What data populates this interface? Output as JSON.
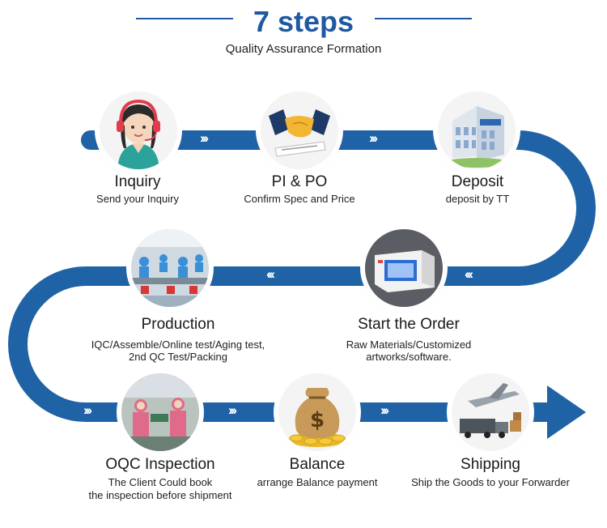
{
  "header": {
    "title": "7 steps",
    "subtitle": "Quality Assurance Formation"
  },
  "steps": [
    {
      "title": "Inquiry",
      "desc1": "Send your Inquiry",
      "desc2": "",
      "icon": "customer-service-icon"
    },
    {
      "title": "PI & PO",
      "desc1": "Confirm Spec and Price",
      "desc2": "",
      "icon": "handshake-icon"
    },
    {
      "title": "Deposit",
      "desc1": "deposit by TT",
      "desc2": "",
      "icon": "bank-icon"
    },
    {
      "title": "Start the Order",
      "desc1": "Raw Materials/Customized",
      "desc2": "artworks/software.",
      "icon": "product-box-icon"
    },
    {
      "title": "Production",
      "desc1": "IQC/Assemble/Online test/Aging test,",
      "desc2": "2nd QC Test/Packing",
      "icon": "factory-line-icon"
    },
    {
      "title": "OQC Inspection",
      "desc1": "The Client Could book",
      "desc2": "the inspection before shipment",
      "icon": "inspection-icon"
    },
    {
      "title": "Balance",
      "desc1": "arrange Balance payment",
      "desc2": "",
      "icon": "money-bag-icon"
    },
    {
      "title": "Shipping",
      "desc1": "Ship the Goods to your Forwarder",
      "desc2": "",
      "icon": "cargo-plane-icon"
    }
  ],
  "chevrons": {
    "right": "›››",
    "left": "‹‹‹"
  },
  "colors": {
    "accent": "#1f5aa1",
    "path": "#1f63a6"
  }
}
